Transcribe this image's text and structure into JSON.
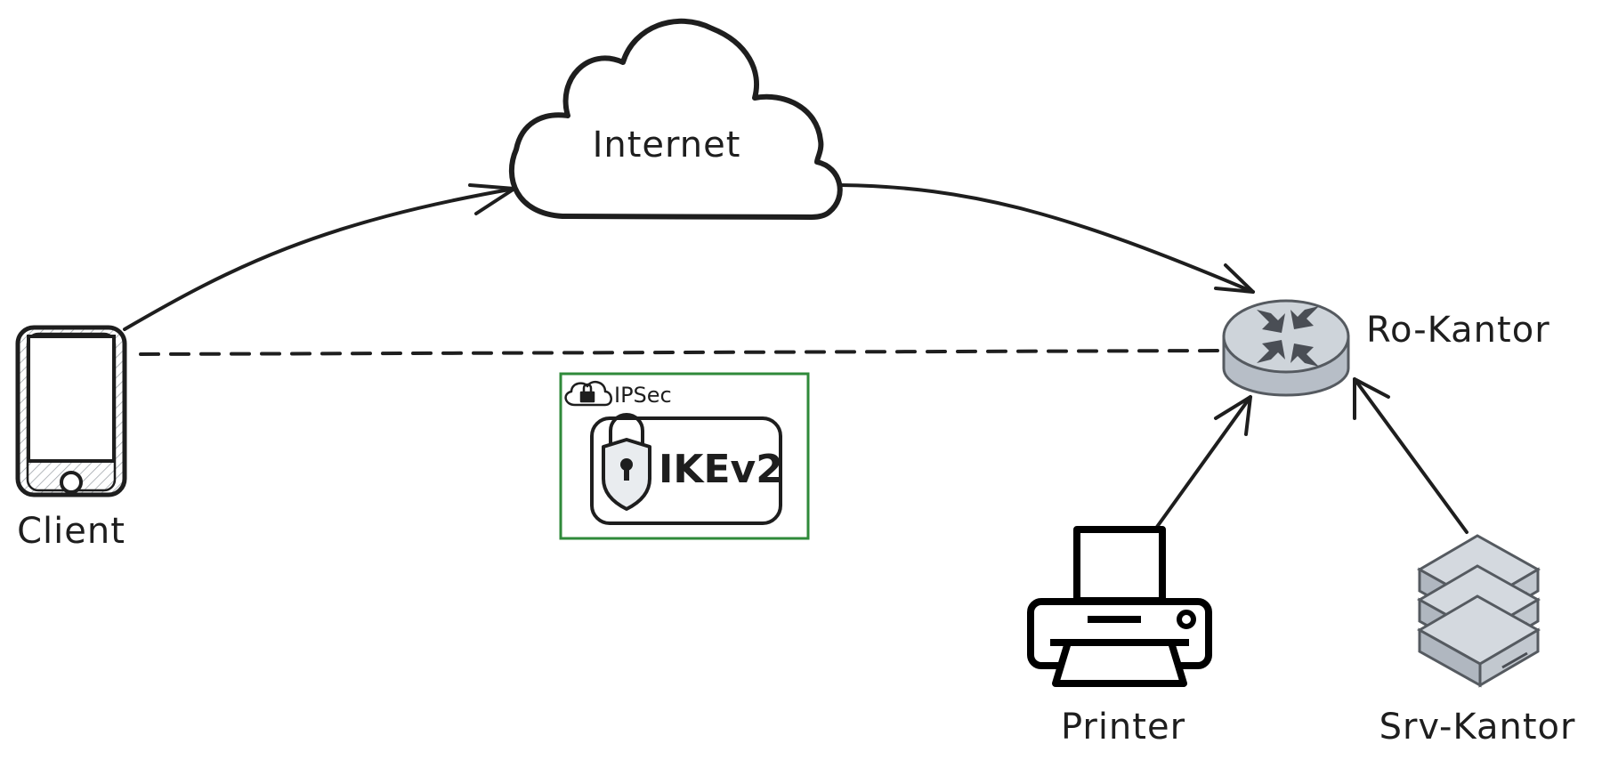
{
  "nodes": {
    "internet": {
      "label": "Internet",
      "icon": "cloud-icon"
    },
    "client": {
      "label": "Client",
      "icon": "smartphone-icon"
    },
    "router": {
      "label": "Ro-Kantor",
      "icon": "router-icon"
    },
    "printer": {
      "label": "Printer",
      "icon": "printer-icon"
    },
    "server": {
      "label": "Srv-Kantor",
      "icon": "server-stack-icon"
    }
  },
  "tunnel": {
    "group_label": "IPSec",
    "group_icon": "cloud-lock-icon",
    "protocol_label": "IKEv2",
    "protocol_icon": "padlock-shield-icon",
    "border_color": "#2f8a3a"
  },
  "edges": [
    {
      "from": "client",
      "to": "internet",
      "style": "solid-arrow"
    },
    {
      "from": "internet",
      "to": "router",
      "style": "solid-arrow"
    },
    {
      "from": "printer",
      "to": "router",
      "style": "solid-arrow"
    },
    {
      "from": "server",
      "to": "router",
      "style": "solid-arrow"
    },
    {
      "from": "client",
      "to": "router",
      "style": "dashed"
    }
  ],
  "colors": {
    "ink": "#1e1e1e",
    "device_gray": "#ced4da",
    "device_dark": "#4a4e55"
  }
}
